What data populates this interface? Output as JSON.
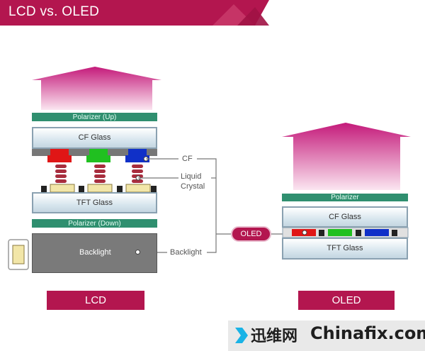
{
  "header": {
    "title": "LCD vs. OLED"
  },
  "lcd": {
    "polarizer_up": "Polarizer (Up)",
    "cf_glass": "CF Glass",
    "tft_glass": "TFT Glass",
    "polarizer_down": "Polarizer (Down)",
    "backlight": "Backlight",
    "label": "LCD"
  },
  "callouts": {
    "cf": "CF",
    "liquid_crystal_line1": "Liquid",
    "liquid_crystal_line2": "Crystal",
    "backlight": "Backlight"
  },
  "oled": {
    "polarizer": "Polarizer",
    "cf_glass": "CF Glass",
    "tft_glass": "TFT Glass",
    "badge": "OLED",
    "label": "OLED"
  },
  "watermark": {
    "cn": "迅维网",
    "en": "Chinafix.com"
  },
  "colors": {
    "brand": "#b3164f",
    "polarizer": "#2f8f6f",
    "red": "#e01616",
    "green": "#20c020",
    "blue": "#1030c8"
  }
}
